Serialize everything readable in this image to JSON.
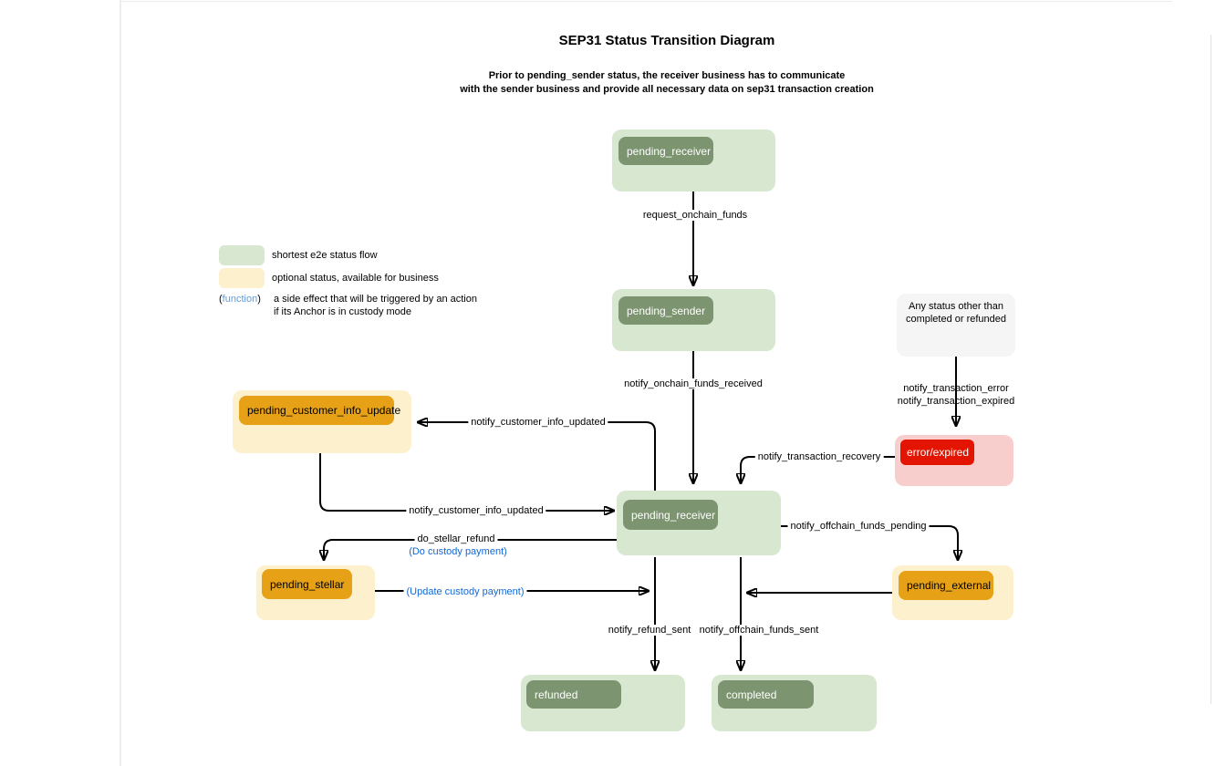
{
  "title": "SEP31 Status Transition Diagram",
  "subtitle": {
    "line1": "Prior to pending_sender status, the receiver business has to communicate",
    "line2": "with the sender business and provide all necessary data on sep31 transaction creation"
  },
  "legend": {
    "green_label": "shortest e2e status flow",
    "yellow_label": "optional status, available for business",
    "function_open": "(",
    "function_word": "function",
    "function_close": ")",
    "function_desc_line1": "a side effect that will be triggered by an action",
    "function_desc_line2": "if its Anchor is in custody mode"
  },
  "nodes": {
    "pending_receiver_top": "pending_receiver",
    "pending_sender": "pending_sender",
    "any_status_line1": "Any status other than",
    "any_status_line2": "completed or refunded",
    "error_expired": "error/expired",
    "pending_customer_info_update": "pending_customer_info_update",
    "pending_receiver_mid": "pending_receiver",
    "pending_stellar": "pending_stellar",
    "pending_external": "pending_external",
    "refunded": "refunded",
    "completed": "completed"
  },
  "edges": {
    "request_onchain_funds": "request_onchain_funds",
    "notify_onchain_funds_received": "notify_onchain_funds_received",
    "notify_transaction_error": "notify_transaction_error",
    "notify_transaction_expired": "notify_transaction_expired",
    "notify_transaction_recovery": "notify_transaction_recovery",
    "notify_customer_info_updated_top": "notify_customer_info_updated",
    "notify_customer_info_updated_bottom": "notify_customer_info_updated",
    "do_stellar_refund": "do_stellar_refund",
    "do_custody_payment": "(Do custody payment)",
    "update_custody_payment": "(Update custody payment)",
    "notify_refund_sent": "notify_refund_sent",
    "notify_offchain_funds_sent": "notify_offchain_funds_sent",
    "notify_offchain_funds_pending": "notify_offchain_funds_pending"
  },
  "colors": {
    "flow_green_fill": "#d7e7d0",
    "flow_green_badge": "#7d9471",
    "optional_cream_fill": "#fcf0cd",
    "optional_orange_badge": "#e6a117",
    "error_pink_fill": "#f7cecb",
    "error_red_badge": "#e31400",
    "any_status_gray_fill": "#f5f5f5",
    "function_blue": "#5b9de0",
    "custody_label_blue": "#1168d8",
    "edge_black": "#000000"
  }
}
